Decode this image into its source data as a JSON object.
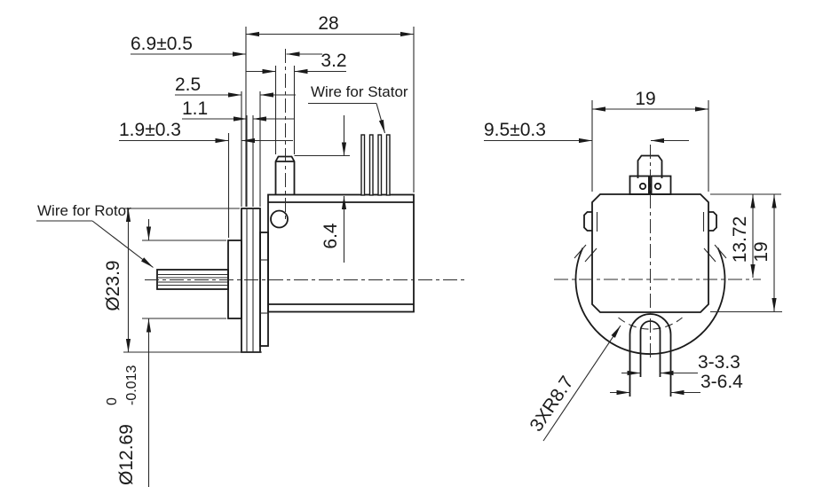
{
  "colors": {
    "line": "#1a1a1a",
    "thin_line": "#2b2b2b",
    "background": "#ffffff"
  },
  "side_view": {
    "labels": {
      "wire_rotor": "Wire for Rotor",
      "wire_stator": "Wire for Stator"
    },
    "dims": {
      "overall_width": "28",
      "d_6_9": "6.9±0.5",
      "d_3_2": "3.2",
      "d_2_5": "2.5",
      "d_1_1": "1.1",
      "d_1_9": "1.9±0.3",
      "d_6_4": "6.4",
      "flange_dia": "Ø23.9",
      "boss_dia": "Ø12.69",
      "boss_tol_upper": "0",
      "boss_tol_lower": "-0.013"
    }
  },
  "front_view": {
    "dims": {
      "width": "19",
      "half_width": "9.5±0.3",
      "center_height": "13.72",
      "height": "19",
      "slot_inner": "3-3.3",
      "slot_outer": "3-6.4",
      "slot_radius": "3XR8.7"
    }
  }
}
